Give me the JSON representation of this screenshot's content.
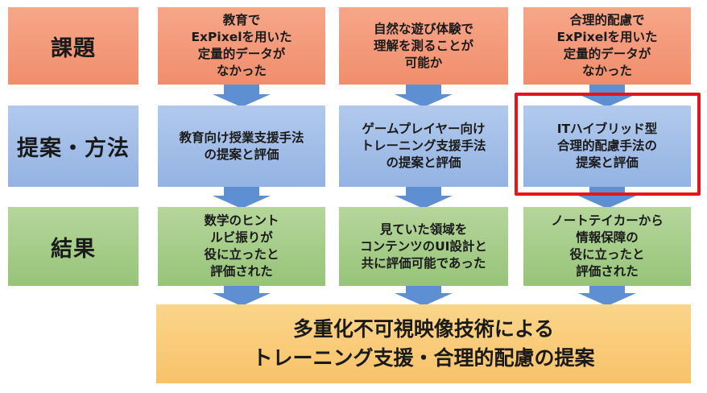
{
  "rows": {
    "issue": "課題",
    "method": "提案・方法",
    "result": "結果"
  },
  "columns": [
    {
      "issue": "教育で\nExPixelを用いた\n定量的データが\nなかった",
      "method": "教育向け授業支援手法\nの提案と評価",
      "result": "数学のヒント\nルビ振りが\n役に立ったと\n評価された"
    },
    {
      "issue": "自然な遊び体験で\n理解を測ることが\n可能か",
      "method": "ゲームプレイヤー向け\nトレーニング支援手法\nの提案と評価",
      "result": "見ていた領域を\nコンテンツのUI設計と\n共に評価可能であった"
    },
    {
      "issue": "合理的配慮で\nExPixelを用いた\n定量的データが\nなかった",
      "method": "ITハイブリッド型\n合理的配慮手法の\n提案と評価",
      "result": "ノートテイカーから\n情報保障の\n役に立ったと\n評価された"
    }
  ],
  "conclusion": "多重化不可視映像技術による\nトレーニング支援・合理的配慮の提案",
  "colors": {
    "issue": "#f4997a",
    "method": "#a3bfe8",
    "result": "#a7cd8a",
    "conclusion": "#facb7a",
    "arrow": "#5e8fd2",
    "highlight": "#e8141c"
  }
}
